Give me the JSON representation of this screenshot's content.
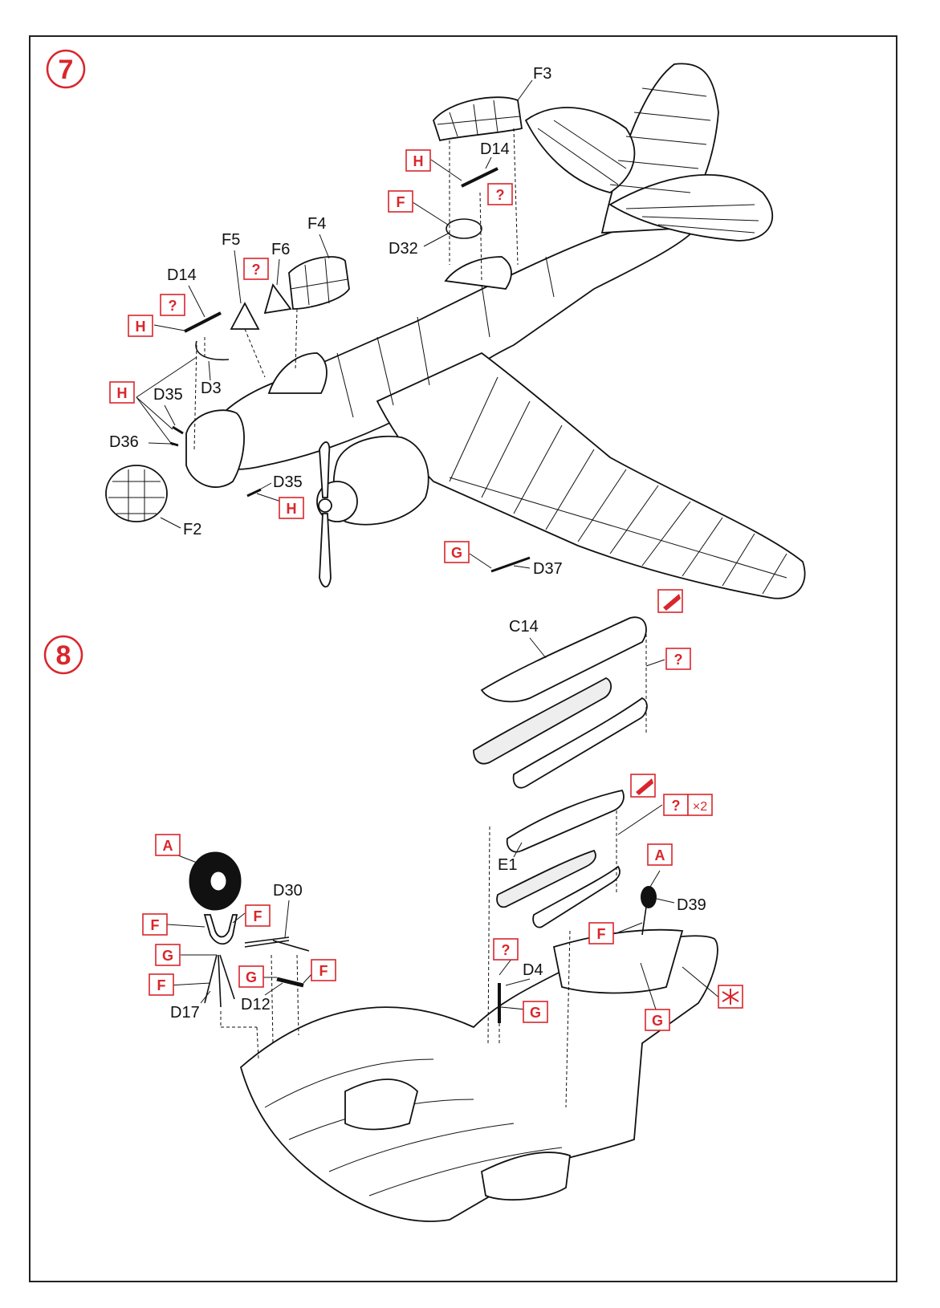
{
  "steps": [
    {
      "number": "7"
    },
    {
      "number": "8"
    }
  ],
  "step7": {
    "parts": {
      "f3": "F3",
      "d14_rear": "D14",
      "d32": "D32",
      "f4": "F4",
      "f5": "F5",
      "f6": "F6",
      "d14_front": "D14",
      "d3": "D3",
      "d35_upper": "D35",
      "d36": "D36",
      "d35_lower": "D35",
      "f2": "F2",
      "d37": "D37"
    },
    "paint": {
      "h_rear": "H",
      "q_rear": "?",
      "f_rear": "F",
      "q_f5": "?",
      "q_front": "?",
      "h_front": "H",
      "h_nose": "H",
      "h_lower": "H",
      "g_wing": "G"
    }
  },
  "step8": {
    "parts": {
      "c14": "C14",
      "e1": "E1",
      "d30": "D30",
      "d12": "D12",
      "d17": "D17",
      "d4": "D4",
      "d39": "D39"
    },
    "paint": {
      "q_c14": "?",
      "q_e1": "?",
      "x2": "×2",
      "a_wheel": "A",
      "f_l1": "F",
      "f_r1": "F",
      "g_l": "G",
      "f_l2": "F",
      "g_d12": "G",
      "f_d30": "F",
      "q_d4": "?",
      "g_d4": "G",
      "a_d39": "A",
      "f_d39": "F",
      "g_tail": "G"
    }
  },
  "colors": {
    "accent": "#d9262c",
    "line": "#111111"
  }
}
